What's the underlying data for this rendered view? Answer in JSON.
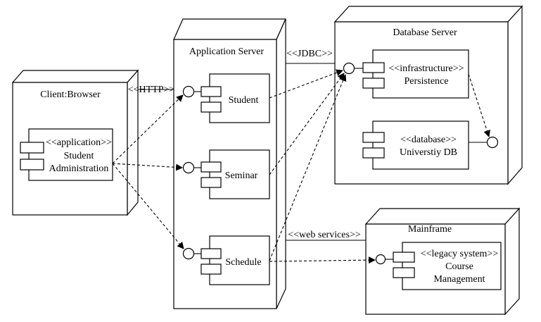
{
  "nodes": {
    "client": {
      "title": "Client:Browser"
    },
    "app": {
      "title": "Application Server"
    },
    "db": {
      "title": "Database Server"
    },
    "mainframe": {
      "title": "Mainframe"
    }
  },
  "components": {
    "student_admin": {
      "line1": "<<application>>",
      "line2": "Student",
      "line3": "Administration"
    },
    "student": {
      "label": "Student"
    },
    "seminar": {
      "label": "Seminar"
    },
    "schedule": {
      "label": "Schedule"
    },
    "persistence": {
      "line1": "<<infrastructure>>",
      "line2": "Persistence"
    },
    "university_db": {
      "line1": "<<database>>",
      "line2": "Universtiy DB"
    },
    "course_mgmt": {
      "line1": "<<legacy system>>",
      "line2": "Course",
      "line3": "Management"
    }
  },
  "connections": {
    "http": "<<HTTP>>",
    "jdbc": "<<JDBC>>",
    "web_services": "<<web  services>>"
  }
}
